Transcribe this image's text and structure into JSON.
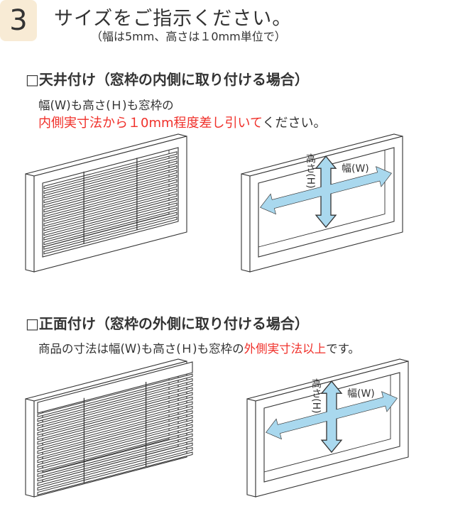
{
  "step": {
    "number": "3",
    "title": "サイズをご指示ください。",
    "subtitle": "（幅は5mm、高さは１0mm単位で）"
  },
  "inside_mount": {
    "heading": "□天井付け（窓枠の内側に取り付ける場合）",
    "line1": "幅(W)も高さ(Ｈ)も窓枠の",
    "line2_red": "内側実寸法から１0mm程度差し引いて",
    "line2_rest": "ください。"
  },
  "outside_mount": {
    "heading": "□正面付け（窓枠の外側に取り付ける場合）",
    "line_prefix": "商品の寸法は幅(W)も高さ(Ｈ)も窓枠の",
    "line_red": "外側実寸法以上",
    "line_suffix": "です。"
  },
  "diagram_labels": {
    "height": "高さ(H)",
    "width": "幅(W)"
  },
  "colors": {
    "badge": "#f8ebd5",
    "accent_red": "#f0302a",
    "arrow_fill": "#a9d8ee"
  }
}
